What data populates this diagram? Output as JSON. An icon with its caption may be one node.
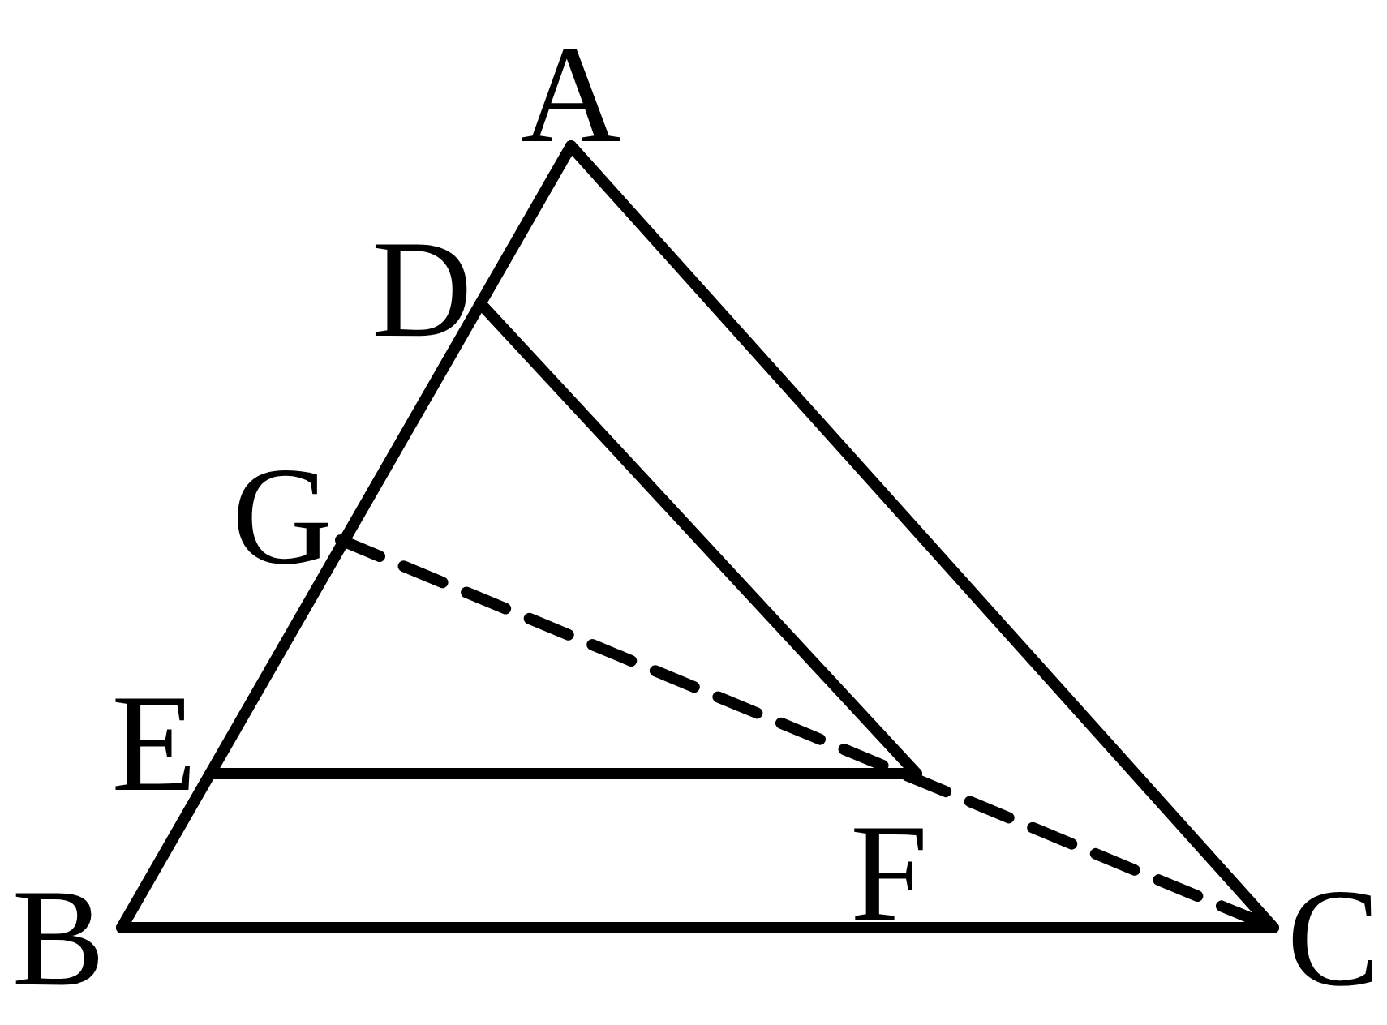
{
  "diagram": {
    "labels": [
      "A",
      "D",
      "G",
      "E",
      "B",
      "F",
      "C"
    ]
  }
}
